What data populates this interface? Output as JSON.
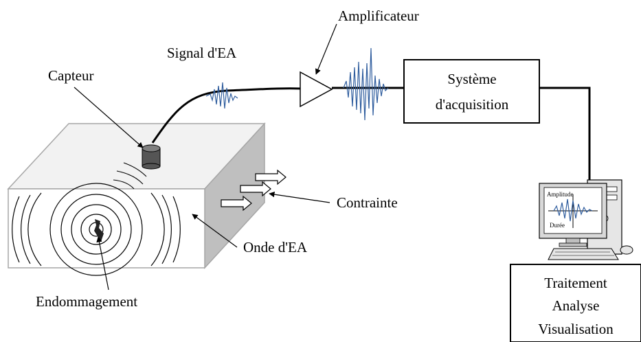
{
  "labels": {
    "amplifier": "Amplificateur",
    "ae_signal": "Signal d'EA",
    "sensor": "Capteur",
    "acquisition_line1": "Système",
    "acquisition_line2": "d'acquisition",
    "stress": "Contrainte",
    "ae_wave": "Onde d'EA",
    "damage": "Endommagement",
    "processing_line1": "Traitement",
    "processing_line2": "Analyse",
    "processing_line3": "Visualisation",
    "screen_amplitude": "Amplitude",
    "screen_duration": "Durée"
  },
  "colors": {
    "signal": "#2f5d9e",
    "block_top": "#f2f2f2",
    "block_side": "#bfbfbf",
    "sensor_body": "#555555"
  },
  "icons": [
    "sensor-icon",
    "amplifier-icon",
    "computer-icon",
    "keyboard-icon",
    "mouse-icon",
    "crack-icon"
  ]
}
